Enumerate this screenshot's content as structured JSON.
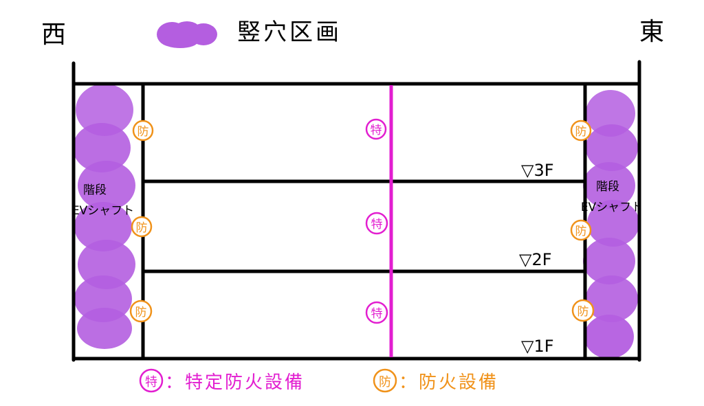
{
  "header": {
    "west_label": "西",
    "east_label": "東",
    "legend_shaft_label": "竪穴区画"
  },
  "shafts": {
    "west": {
      "line1": "階段",
      "line2": "EVシャフト"
    },
    "east": {
      "line1": "階段",
      "line2": "EVシャフト"
    }
  },
  "floors": [
    "▽1F",
    "▽2F",
    "▽3F"
  ],
  "markers": {
    "fire_symbol": "防",
    "special_symbol": "特"
  },
  "legend": {
    "special_text": "：特定防火設備",
    "fire_text": "：防火設備"
  },
  "colors": {
    "shaft_fill": "#b45ee0",
    "special": "#e21ed0",
    "fire": "#f0921a",
    "line": "#000000"
  },
  "icons": {
    "shaft_swatch": "purple-cloud-swatch",
    "fire_marker": "circled-bo-icon",
    "special_marker": "circled-toku-icon"
  }
}
